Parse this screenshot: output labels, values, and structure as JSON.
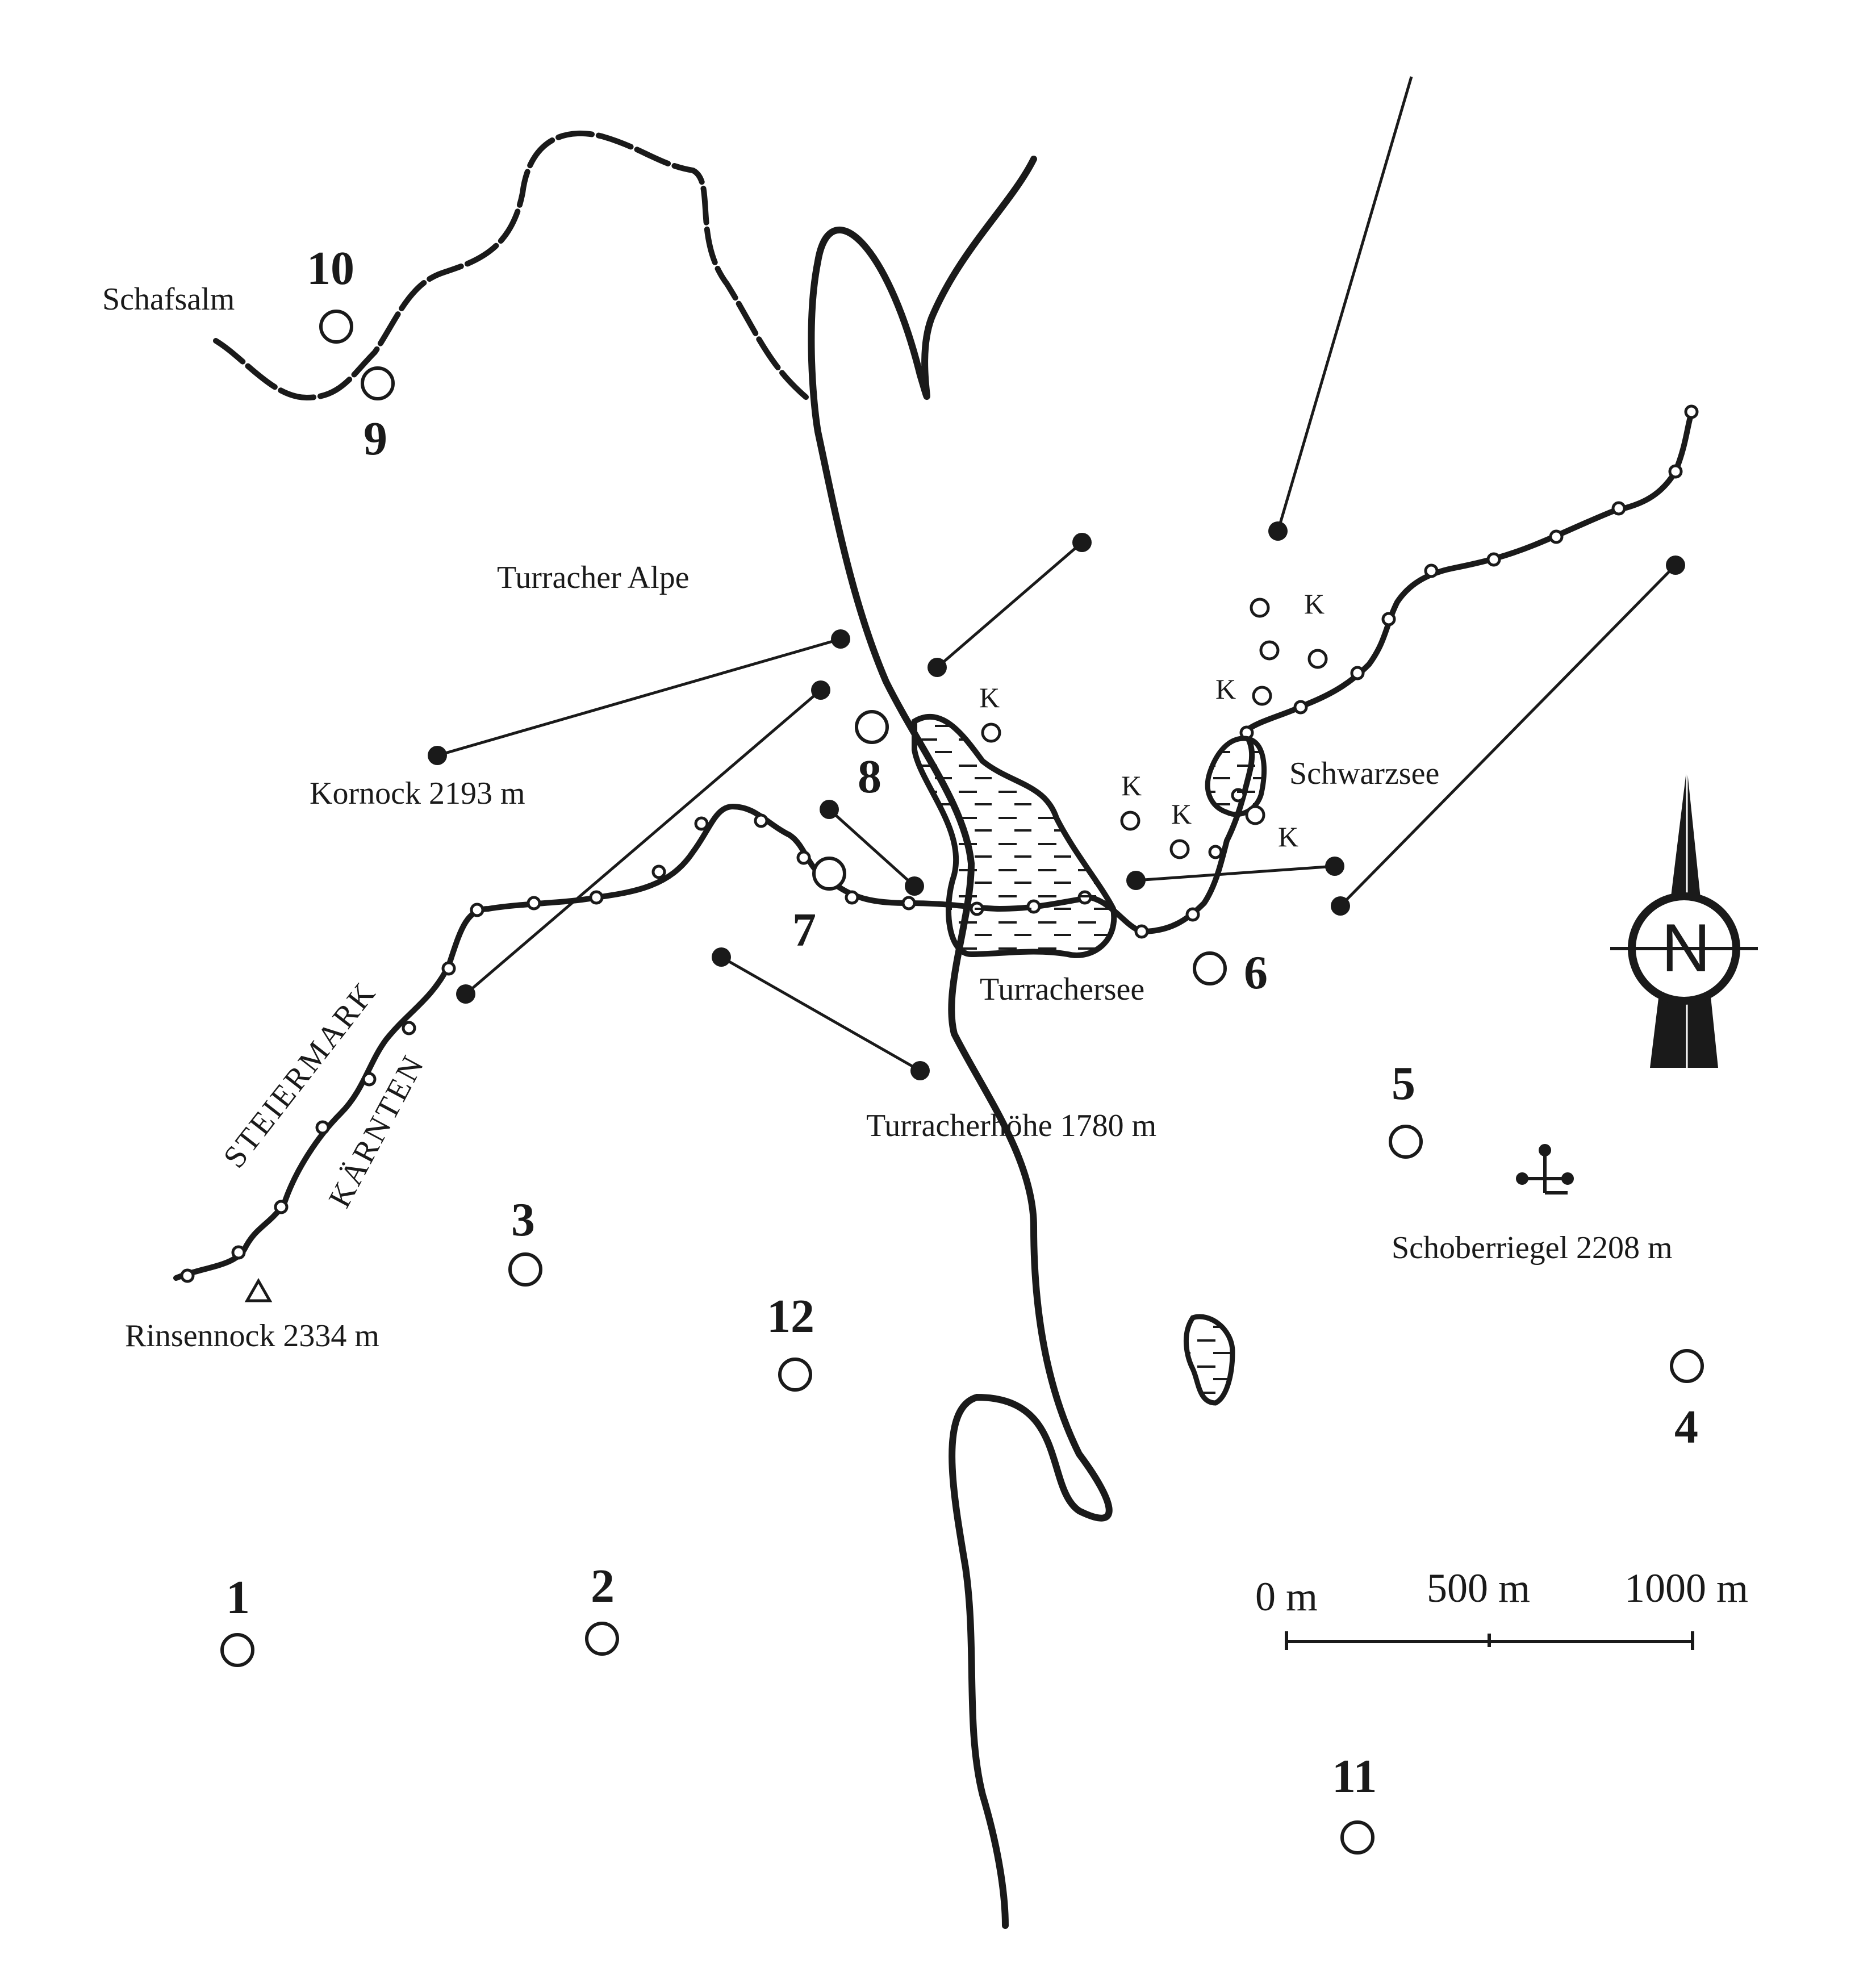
{
  "map": {
    "place_labels": {
      "schafsalm": "Schafsalm",
      "turracher_alpe": "Turracher Alpe",
      "kornock": "Kornock 2193 m",
      "schwarzsee": "Schwarzsee",
      "turrachersee": "Turrachersee",
      "turracherhoehe": "Turracherhöhe 1780 m",
      "schoberriegel": "Schoberriegel 2208 m",
      "rinsennock": "Rinsennock 2334 m"
    },
    "region_labels": {
      "steiermark": "STEIERMARK",
      "kaernten": "KÄRNTEN"
    },
    "site_numbers": [
      "1",
      "2",
      "3",
      "4",
      "5",
      "6",
      "7",
      "8",
      "9",
      "10",
      "11",
      "12"
    ],
    "k_marker": "K",
    "compass": {
      "label": "N"
    },
    "scale_bar": {
      "tick_labels": [
        "0 m",
        "500 m",
        "1000 m"
      ]
    }
  }
}
